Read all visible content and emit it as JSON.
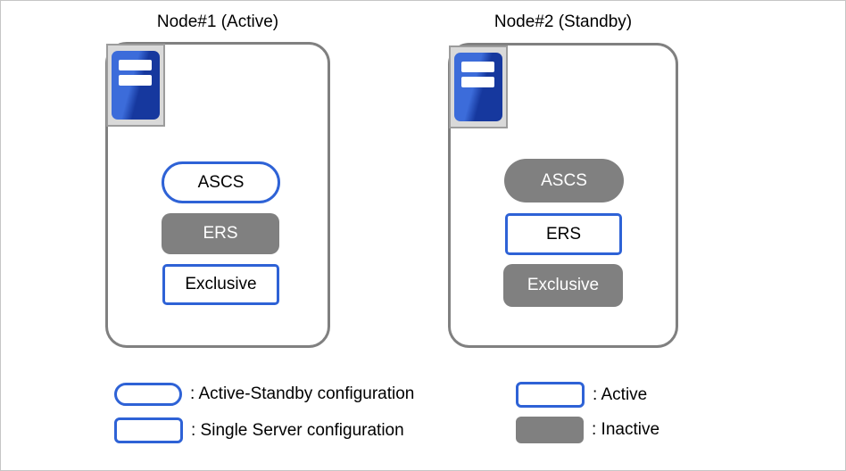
{
  "colors": {
    "active_border_blue": "#2e62d6",
    "inactive_gray": "#808080",
    "node_border_gray": "#808080",
    "icon_frame_gray": "#d9d9d9",
    "icon_blue_light": "#3c6cda",
    "icon_blue_dark": "#16389e"
  },
  "nodes": [
    {
      "title": "Node#1 (Active)",
      "items": [
        {
          "label": "ASCS",
          "shape": "pill",
          "state": "active"
        },
        {
          "label": "ERS",
          "shape": "rounded",
          "state": "inactive"
        },
        {
          "label": "Exclusive",
          "shape": "rect",
          "state": "active"
        }
      ]
    },
    {
      "title": "Node#2 (Standby)",
      "items": [
        {
          "label": "ASCS",
          "shape": "pill",
          "state": "inactive"
        },
        {
          "label": "ERS",
          "shape": "rect",
          "state": "active"
        },
        {
          "label": "Exclusive",
          "shape": "rounded",
          "state": "inactive"
        }
      ]
    }
  ],
  "legend": {
    "items": [
      {
        "label": ": Active-Standby configuration",
        "swatch": "pill-outline"
      },
      {
        "label": ": Single Server configuration",
        "swatch": "rect-outline"
      },
      {
        "label": ": Active",
        "swatch": "rect-outline"
      },
      {
        "label": ": Inactive",
        "swatch": "rect-gray"
      }
    ]
  }
}
